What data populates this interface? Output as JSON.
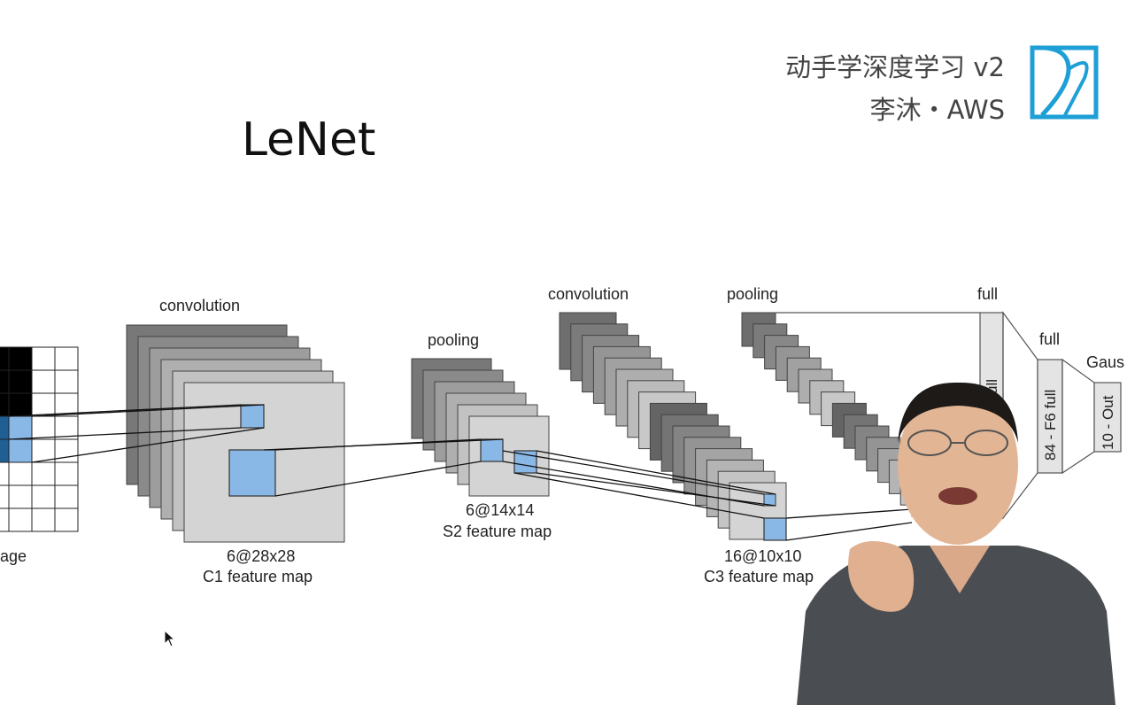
{
  "slide": {
    "title": "LeNet",
    "brand_line1": "动手学深度学习 v2",
    "brand_line2": "李沐・AWS"
  },
  "diagram": {
    "stage_labels": {
      "conv1": "convolution",
      "pool1": "pooling",
      "conv2": "convolution",
      "pool2": "pooling",
      "full1": "full",
      "full2": "full",
      "gauss": "Gaus"
    },
    "input_label": "age",
    "c1_size": "6@28x28",
    "c1_name": "C1 feature map",
    "s2_size": "6@14x14",
    "s2_name": "S2 feature map",
    "c3_size": "16@10x10",
    "c3_name": "C3 feature map",
    "f5_label": "ull",
    "f6_label": "84 - F6 full",
    "out_label": "10 - Out"
  },
  "colors": {
    "accent_blue": "#8ab8e6",
    "dark_blue": "#1f5f94",
    "logo_blue": "#1e9fd6"
  }
}
